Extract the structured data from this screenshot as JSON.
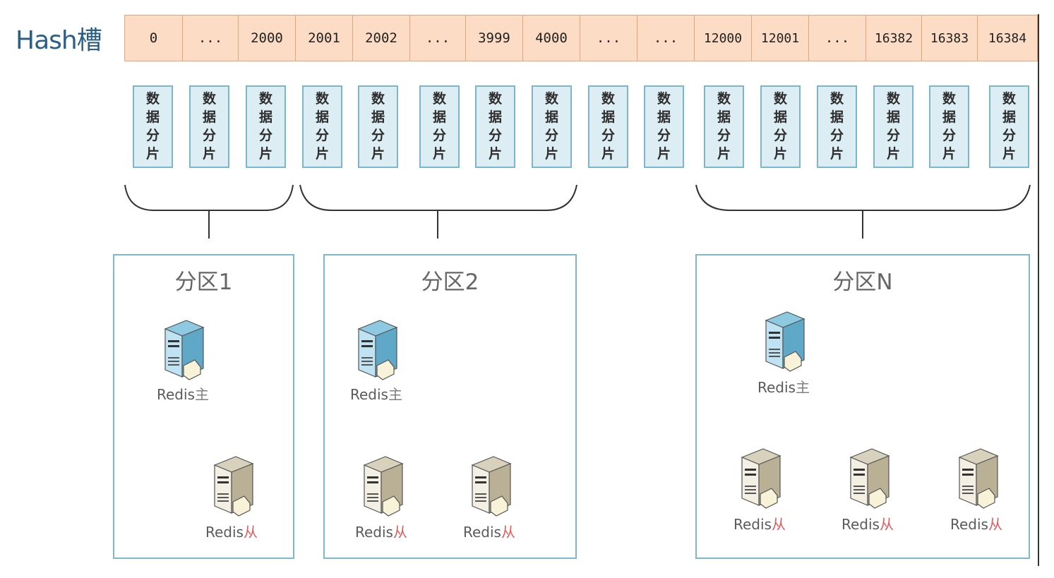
{
  "title": "Hash槽",
  "slots": [
    "0",
    "...",
    "2000",
    "2001",
    "2002",
    "...",
    "3999",
    "4000",
    "...",
    "...",
    "12000",
    "12001",
    "...",
    "16382",
    "16383",
    "16384"
  ],
  "shard_label_chars": [
    "数",
    "据",
    "分",
    "片"
  ],
  "shard_count": 16,
  "partitions": [
    {
      "title": "分区1",
      "master": {
        "name": "Redis",
        "role": "主"
      },
      "slaves": [
        {
          "name": "Redis",
          "role": "从"
        }
      ]
    },
    {
      "title": "分区2",
      "master": {
        "name": "Redis",
        "role": "主"
      },
      "slaves": [
        {
          "name": "Redis",
          "role": "从"
        },
        {
          "name": "Redis",
          "role": "从"
        }
      ]
    },
    {
      "title": "分区N",
      "master": {
        "name": "Redis",
        "role": "主"
      },
      "slaves": [
        {
          "name": "Redis",
          "role": "从"
        },
        {
          "name": "Redis",
          "role": "从"
        },
        {
          "name": "Redis",
          "role": "从"
        }
      ]
    }
  ],
  "colors": {
    "slot_fill": "#fcdcc4",
    "slot_border": "#e8a57a",
    "shard_fill": "#dcedf4",
    "shard_border": "#7ab7cc",
    "partition_border": "#7db9cb",
    "title_color": "#2a5f86",
    "slave_role_color": "#e05a5a"
  }
}
